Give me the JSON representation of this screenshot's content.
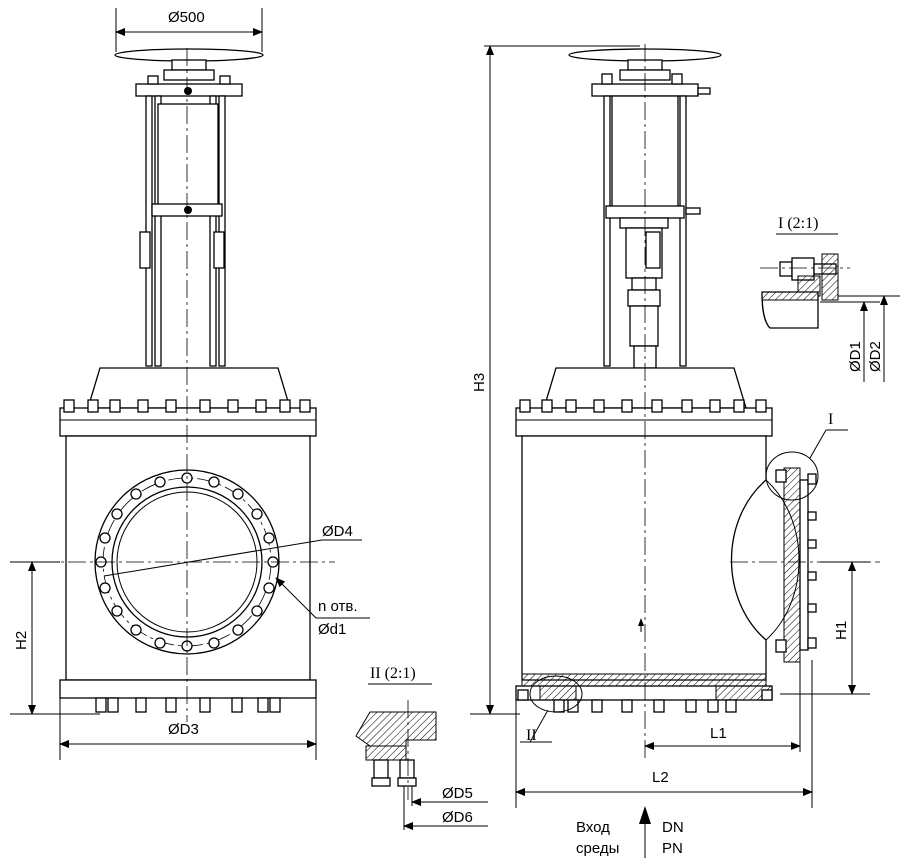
{
  "labels": {
    "handwheel_dia": "Ø500",
    "d4": "ØD4",
    "holes": "n отв.",
    "d1_small": "Ød1",
    "h2": "H2",
    "d3": "ØD3",
    "h3": "H3",
    "h1": "H1",
    "l1": "L1",
    "l2": "L2",
    "d1": "ØD1",
    "d2": "ØD2",
    "d5": "ØD5",
    "d6": "ØD6",
    "detail1_title": "I (2:1)",
    "detail1_marker": "I",
    "detail2_title": "II (2:1)",
    "detail2_marker": "II",
    "inlet_line1": "Вход",
    "inlet_line2": "среды",
    "dn": "DN",
    "pn": "PN"
  }
}
